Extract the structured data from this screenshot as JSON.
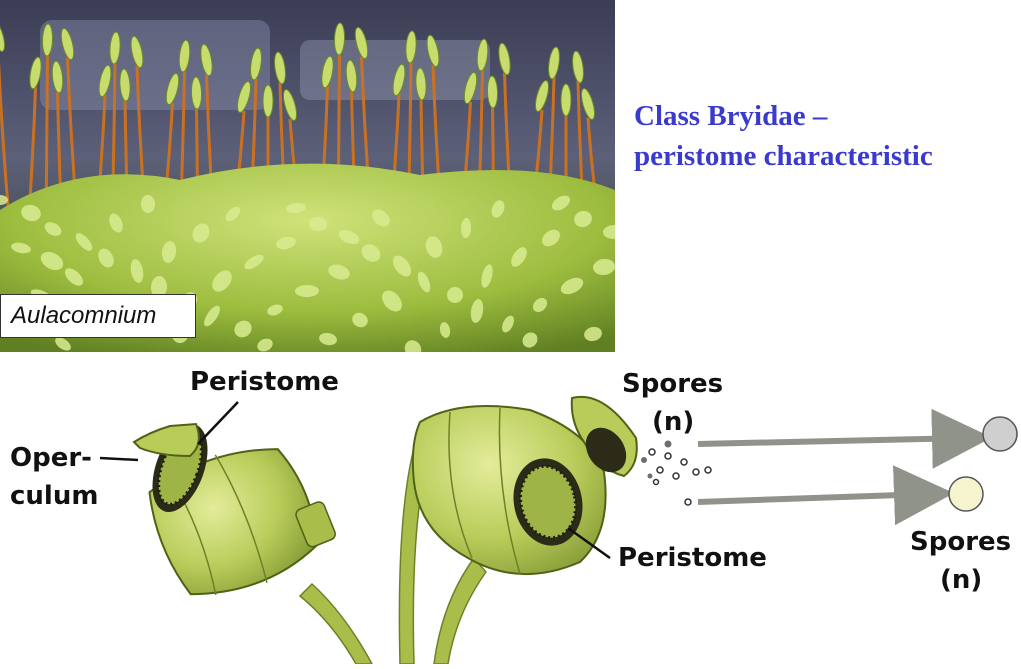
{
  "slide": {
    "title_line1": "Class Bryidae –",
    "title_line2": "peristome characteristic",
    "title_color": "#3a3acd"
  },
  "photo": {
    "caption": "Aulacomnium"
  },
  "diagram": {
    "labels": {
      "peristome_left": "Peristome",
      "operculum_line1": "Oper-",
      "operculum_line2": "culum",
      "spores_top_line1": "Spores",
      "spores_top_line2": "(n)",
      "peristome_right": "Peristome",
      "spores_bottom_line1": "Spores",
      "spores_bottom_line2": "(n)"
    },
    "colors": {
      "capsule": "#b9cc5a",
      "capsule_dark": "#7f9632",
      "arrow": "#8f9389"
    }
  }
}
